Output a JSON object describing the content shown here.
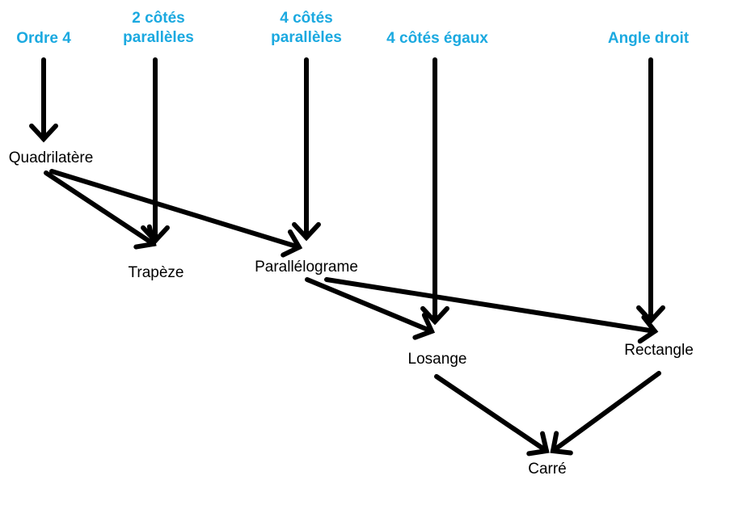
{
  "colors": {
    "property_text": "#1BA9E0",
    "shape_text": "#000000",
    "arrow": "#000000"
  },
  "properties": [
    {
      "id": "ordre4",
      "lines": [
        "Ordre 4"
      ]
    },
    {
      "id": "cotes2",
      "lines": [
        "2 côtés",
        "parallèles"
      ]
    },
    {
      "id": "cotes4",
      "lines": [
        "4 côtés",
        "parallèles"
      ]
    },
    {
      "id": "egaux",
      "lines": [
        "4 côtés égaux"
      ]
    },
    {
      "id": "angle",
      "lines": [
        "Angle droit"
      ]
    }
  ],
  "shapes": [
    {
      "id": "quadrilatere",
      "label": "Quadrilatère"
    },
    {
      "id": "trapeze",
      "label": "Trapèze"
    },
    {
      "id": "parallelogramme",
      "label": "Parallélograme"
    },
    {
      "id": "losange",
      "label": "Losange"
    },
    {
      "id": "rectangle",
      "label": "Rectangle"
    },
    {
      "id": "carre",
      "label": "Carré"
    }
  ],
  "edges": [
    {
      "from": "ordre4",
      "to": "quadrilatere"
    },
    {
      "from": "cotes2",
      "to": "trapeze"
    },
    {
      "from": "cotes4",
      "to": "parallelogramme"
    },
    {
      "from": "egaux",
      "to": "losange"
    },
    {
      "from": "angle",
      "to": "rectangle"
    },
    {
      "from": "quadrilatere",
      "to": "trapeze"
    },
    {
      "from": "quadrilatere",
      "to": "parallelogramme"
    },
    {
      "from": "parallelogramme",
      "to": "losange"
    },
    {
      "from": "parallelogramme",
      "to": "rectangle"
    },
    {
      "from": "losange",
      "to": "carre"
    },
    {
      "from": "rectangle",
      "to": "carre"
    }
  ]
}
